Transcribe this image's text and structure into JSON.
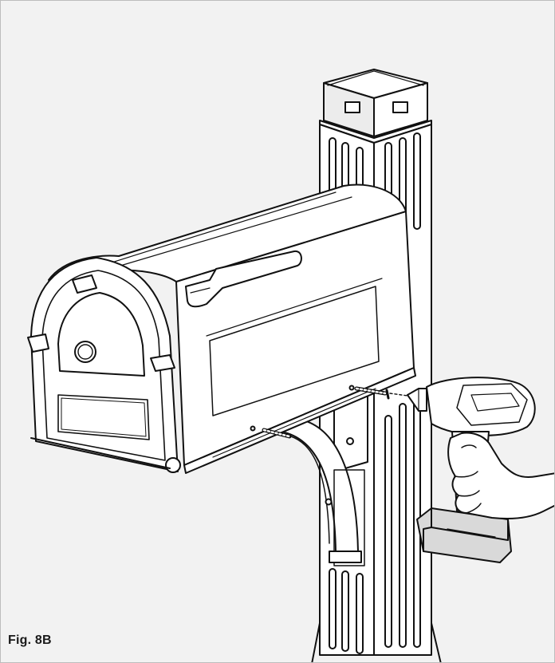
{
  "figure": {
    "label": "Fig. 8B"
  },
  "colors": {
    "background": "#f2f2f2",
    "frame_border": "#bdbdbd",
    "body_fill": "#ffffff",
    "shade_fill": "#d9d9d9",
    "line": "#111111"
  },
  "icons": [
    "mailbox",
    "post",
    "bracket",
    "screw",
    "drill",
    "hand"
  ]
}
